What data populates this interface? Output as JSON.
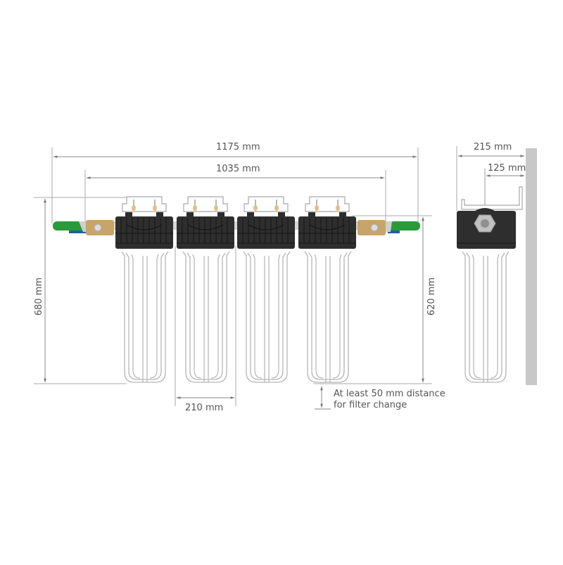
{
  "diagram": {
    "title": "Filter system dimension drawing",
    "colors": {
      "dim_line": "#8a8a8a",
      "text": "#555555",
      "filter_head": "#2e2e2e",
      "filter_head_line": "#1a1a1a",
      "housing_outline": "#b5b5b5",
      "valve_handle": "#2a9a3a",
      "valve_brass": "#c8a46a",
      "valve_blue": "#1f5fa0",
      "wall": "#c8c8c8",
      "bracket_fill": "#ffffff",
      "bracket_line": "#a8a8a8",
      "screw": "#e0c088"
    },
    "front_view": {
      "filter_count": 4,
      "dimensions": {
        "overall_width": "1175 mm",
        "inlet_outlet_spacing": "1035 mm",
        "overall_height": "680 mm",
        "housing_height": "620 mm",
        "filter_pitch": "210 mm"
      },
      "note": {
        "line1": "At least 50 mm distance",
        "line2": "for filter change"
      }
    },
    "side_view": {
      "dimensions": {
        "wall_to_front": "215 mm",
        "wall_to_center": "125 mm"
      }
    }
  }
}
